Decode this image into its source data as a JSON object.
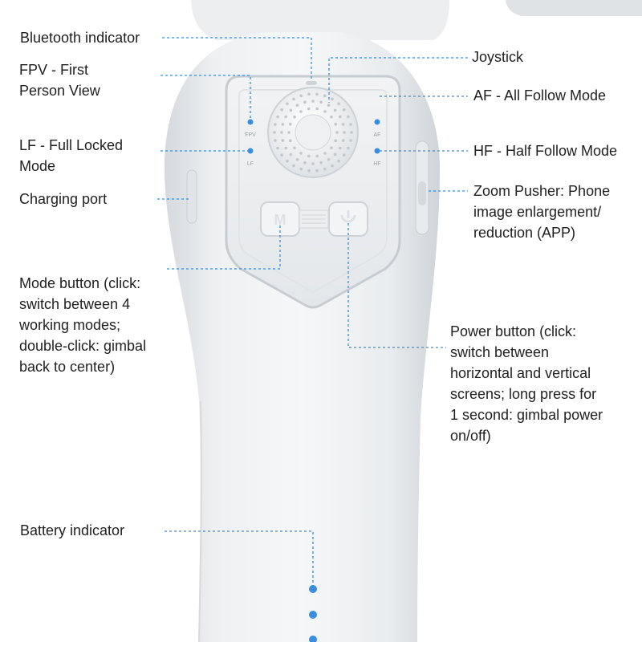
{
  "labels": {
    "bluetooth_indicator": "Bluetooth indicator",
    "fpv": [
      "FPV - First",
      "Person View"
    ],
    "lf": [
      "LF - Full Locked",
      "Mode"
    ],
    "charging_port": "Charging port",
    "mode_button": [
      "Mode button (click:",
      "switch between 4",
      "working modes;",
      "double-click: gimbal",
      "back to center)"
    ],
    "battery_indicator": "Battery indicator",
    "joystick": "Joystick",
    "af": "AF - All Follow Mode",
    "hf": "HF - Half Follow Mode",
    "zoom_pusher": [
      "Zoom Pusher: Phone",
      "image enlargement/",
      "reduction (APP)"
    ],
    "power_button": [
      "Power button (click:",
      "switch between",
      "horizontal and vertical",
      "screens; long press for",
      "1 second: gimbal power",
      "on/off)"
    ]
  },
  "device_marks": {
    "fpv": "FPV",
    "lf": "LF",
    "af": "AF",
    "hf": "HF",
    "mode_key": "M"
  },
  "colors": {
    "indicator_blue": "#3b8de0",
    "callout_line": "#3b8de0",
    "body": "#e9ecef"
  },
  "icons": {
    "power": "power-icon",
    "mode": "mode-icon"
  }
}
